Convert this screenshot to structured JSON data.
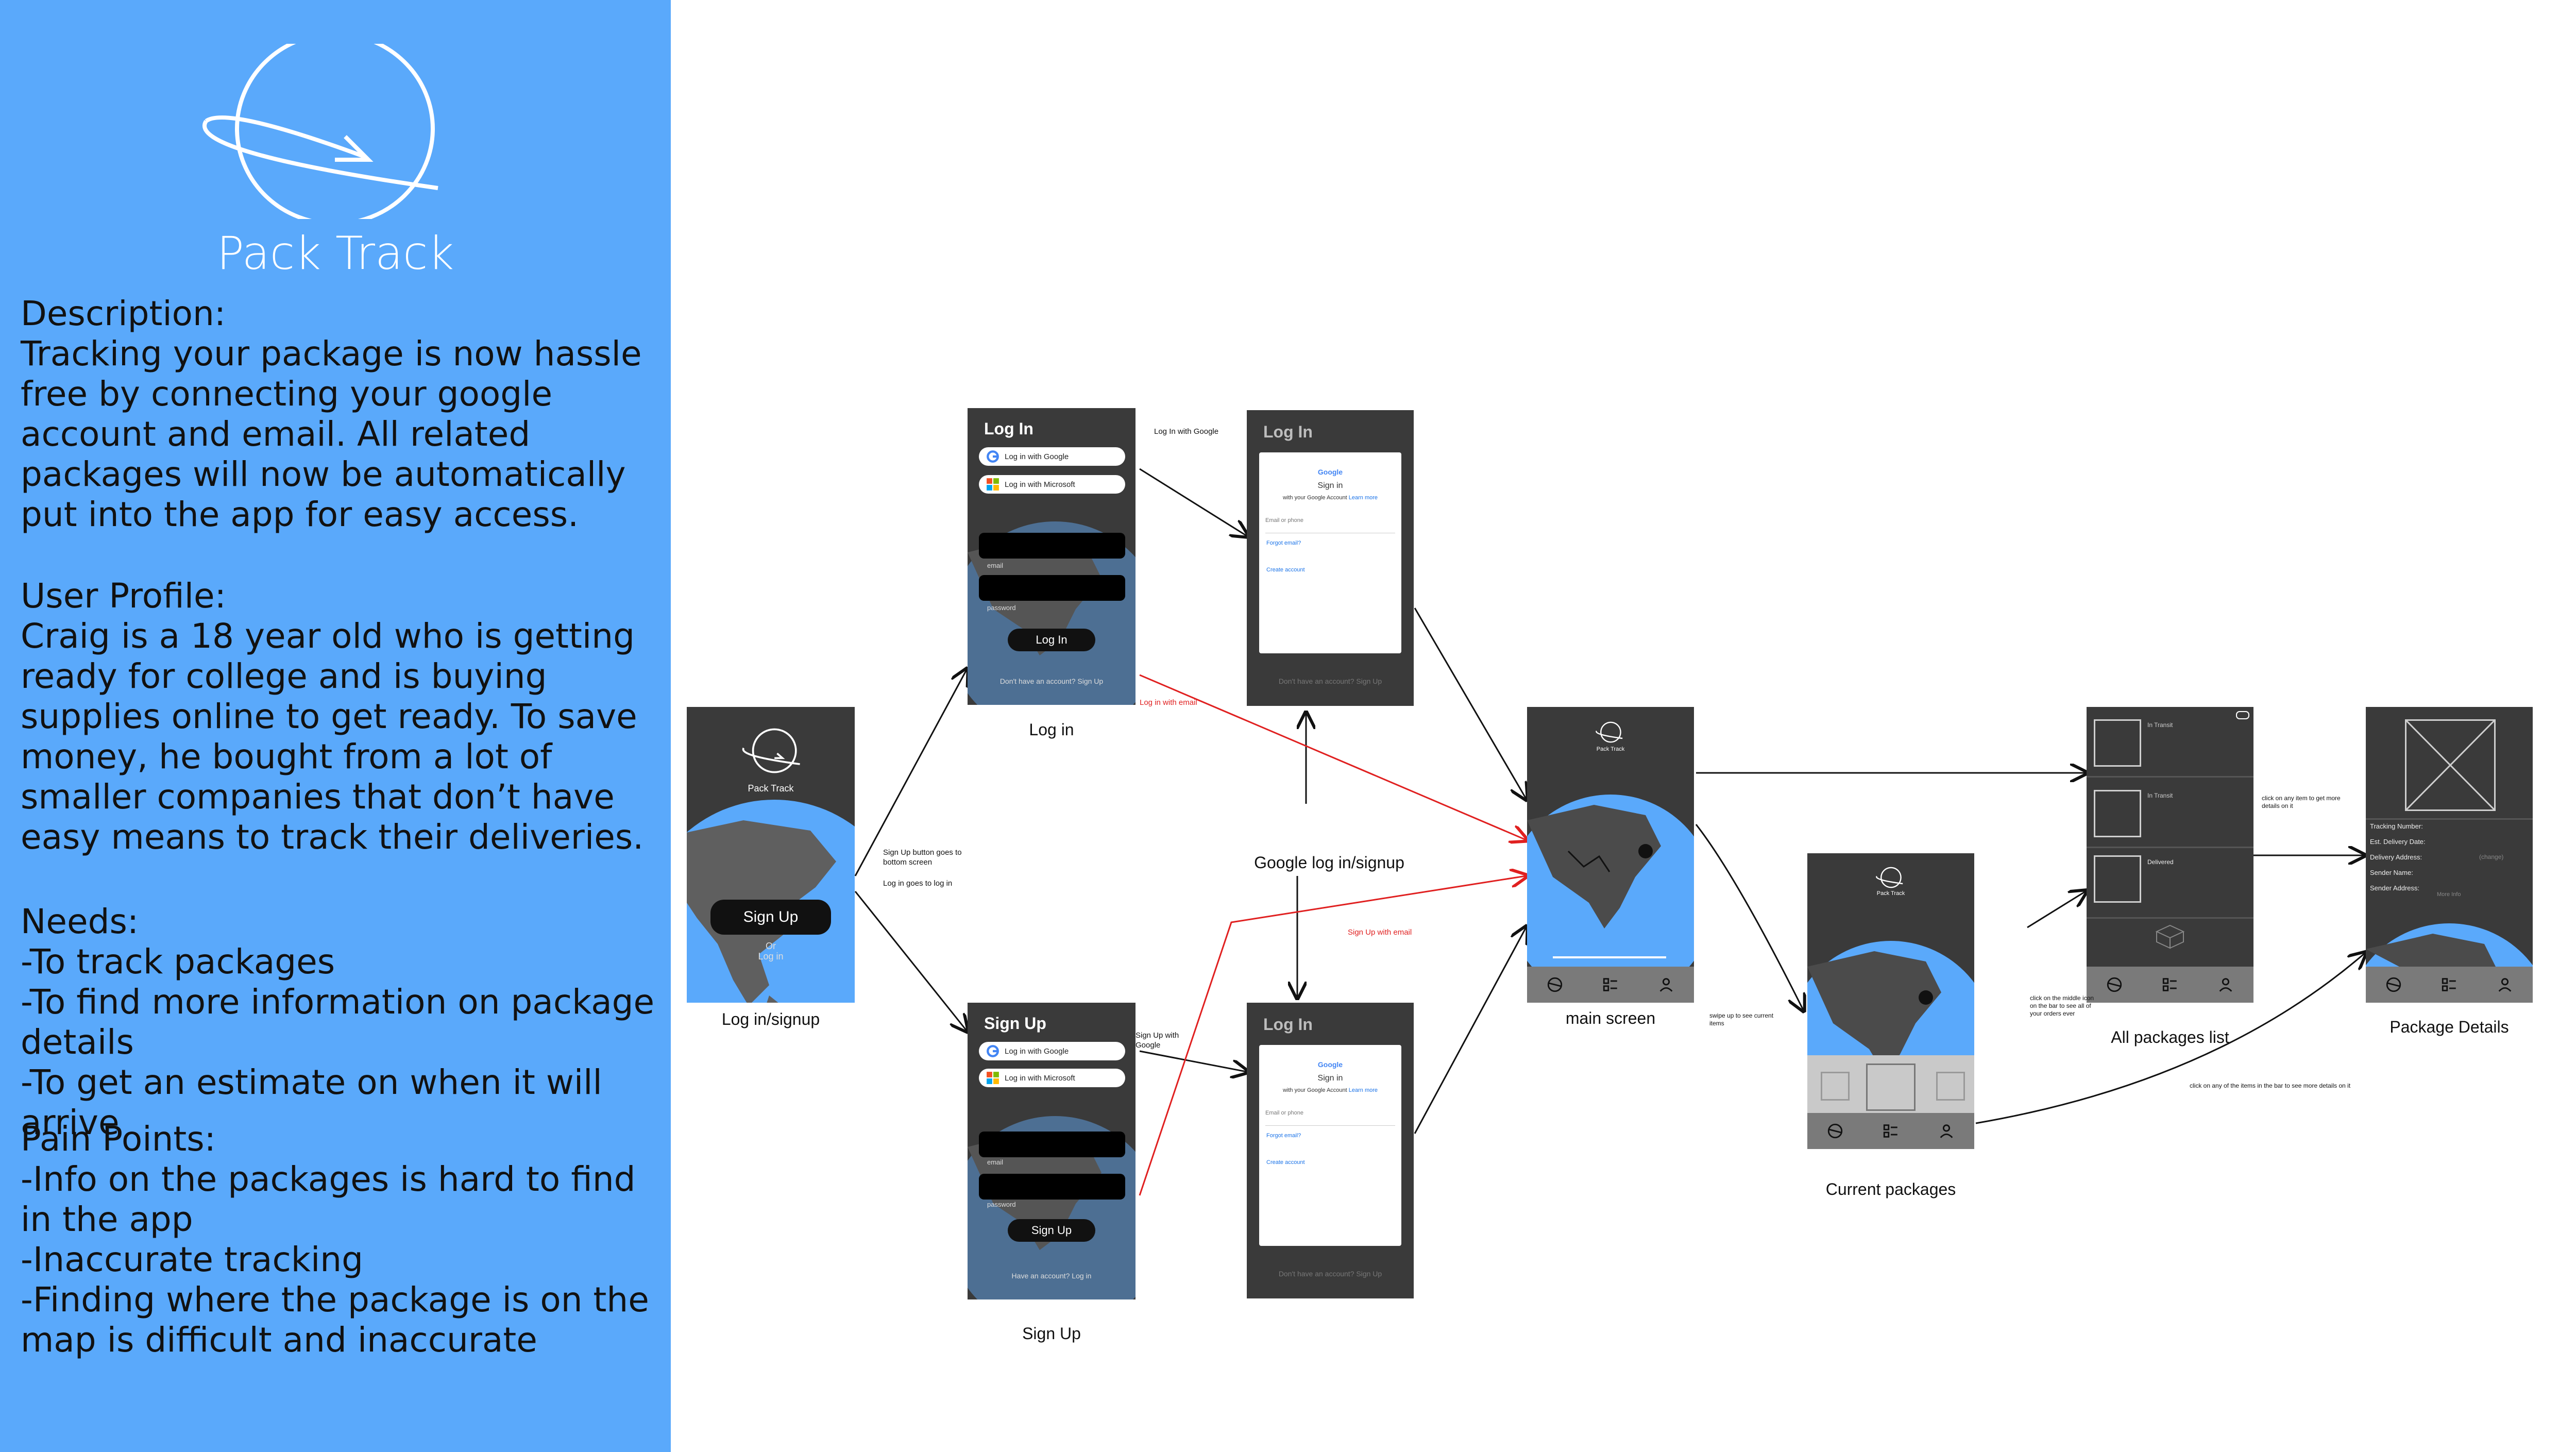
{
  "left_panel": {
    "app_name": "Pack Track",
    "description": "Description:\nTracking your package is now hassle free by connecting your google account and email.  All related packages will now be automatically put into the app for easy access.",
    "user_profile": "User Profile:\nCraig is a 18 year old who is getting ready for college and is buying supplies online to get ready.  To save money, he bought from a lot of smaller companies that don’t have easy means to track their deliveries.",
    "needs": "Needs:\n-To track packages\n-To find more information on package details\n-To get an estimate on when it will arrive",
    "pain_points": "Pain Points:\n-Info on the packages is hard to find in the app\n-Inaccurate tracking\n-Finding where the package is on the map is difficult and inaccurate"
  },
  "landing": {
    "app_name": "Pack Track",
    "signup_button": "Sign Up",
    "or": "Or",
    "login_link": "Log in",
    "caption": "Log in/signup"
  },
  "login": {
    "title": "Log In",
    "google_btn": "Log in with Google",
    "microsoft_btn": "Log in with Microsoft",
    "email_label": "email",
    "password_label": "password",
    "submit": "Log In",
    "footer": "Don't have an account? Sign Up",
    "caption": "Log in"
  },
  "signup": {
    "title": "Sign Up",
    "google_btn": "Log in with Google",
    "microsoft_btn": "Log in with Microsoft",
    "email_label": "email",
    "password_label": "password",
    "submit": "Sign Up",
    "footer": "Have an account? Log in",
    "caption": "Sign Up"
  },
  "google_login": {
    "title": "Log In",
    "google": "Google",
    "sign_in": "Sign in",
    "subtitle": "with your Google Account",
    "learn_more": "Learn more",
    "email_placeholder": "Email or phone",
    "forgot": "Forgot email?",
    "create": "Create account",
    "footer": "Don't have an account? Sign Up"
  },
  "google_signup": {
    "title": "Log In",
    "google": "Google",
    "sign_in": "Sign in",
    "subtitle": "with your Google Account",
    "learn_more": "Learn more",
    "email_placeholder": "Email or phone",
    "forgot": "Forgot email?",
    "create": "Create account",
    "footer": "Don't have an account? Sign Up"
  },
  "main_screen": {
    "app_name": "Pack Track",
    "caption": "main screen"
  },
  "current_packages": {
    "app_name": "Pack Track",
    "caption": "Current packages"
  },
  "all_packages": {
    "caption": "All packages list",
    "items": [
      {
        "status": "In Transit"
      },
      {
        "status": "In Transit"
      },
      {
        "status": "Delivered"
      }
    ]
  },
  "package_details": {
    "caption": "Package Details",
    "fields": [
      "Tracking Number:",
      "Est. Delivery Date:",
      "Delivery Address:",
      "Sender Name:",
      "Sender Address:"
    ],
    "change": "(change)",
    "more": "More Info"
  },
  "notes": {
    "google_login": "Log In with Google",
    "signup_button": "Sign Up button goes to bottom screen",
    "login_goes": "Log in goes to log in",
    "login_email": "Log in with email",
    "google_label": "Google log in/signup",
    "signup_google": "Sign Up with Google",
    "signup_email": "Sign Up with email",
    "swipe": "swipe up to see current items",
    "middle_icon": "click on  the middle icon on the bar to see all of your orders ever",
    "click_item": "click on any item to get more details on it",
    "click_bar": "click on any of the items in the bar to see more details on it"
  },
  "colors": {
    "panel": "#5aa9fb",
    "phone": "#3a3a3a",
    "ocean": "#5aa9fb",
    "red": "#e02020"
  }
}
